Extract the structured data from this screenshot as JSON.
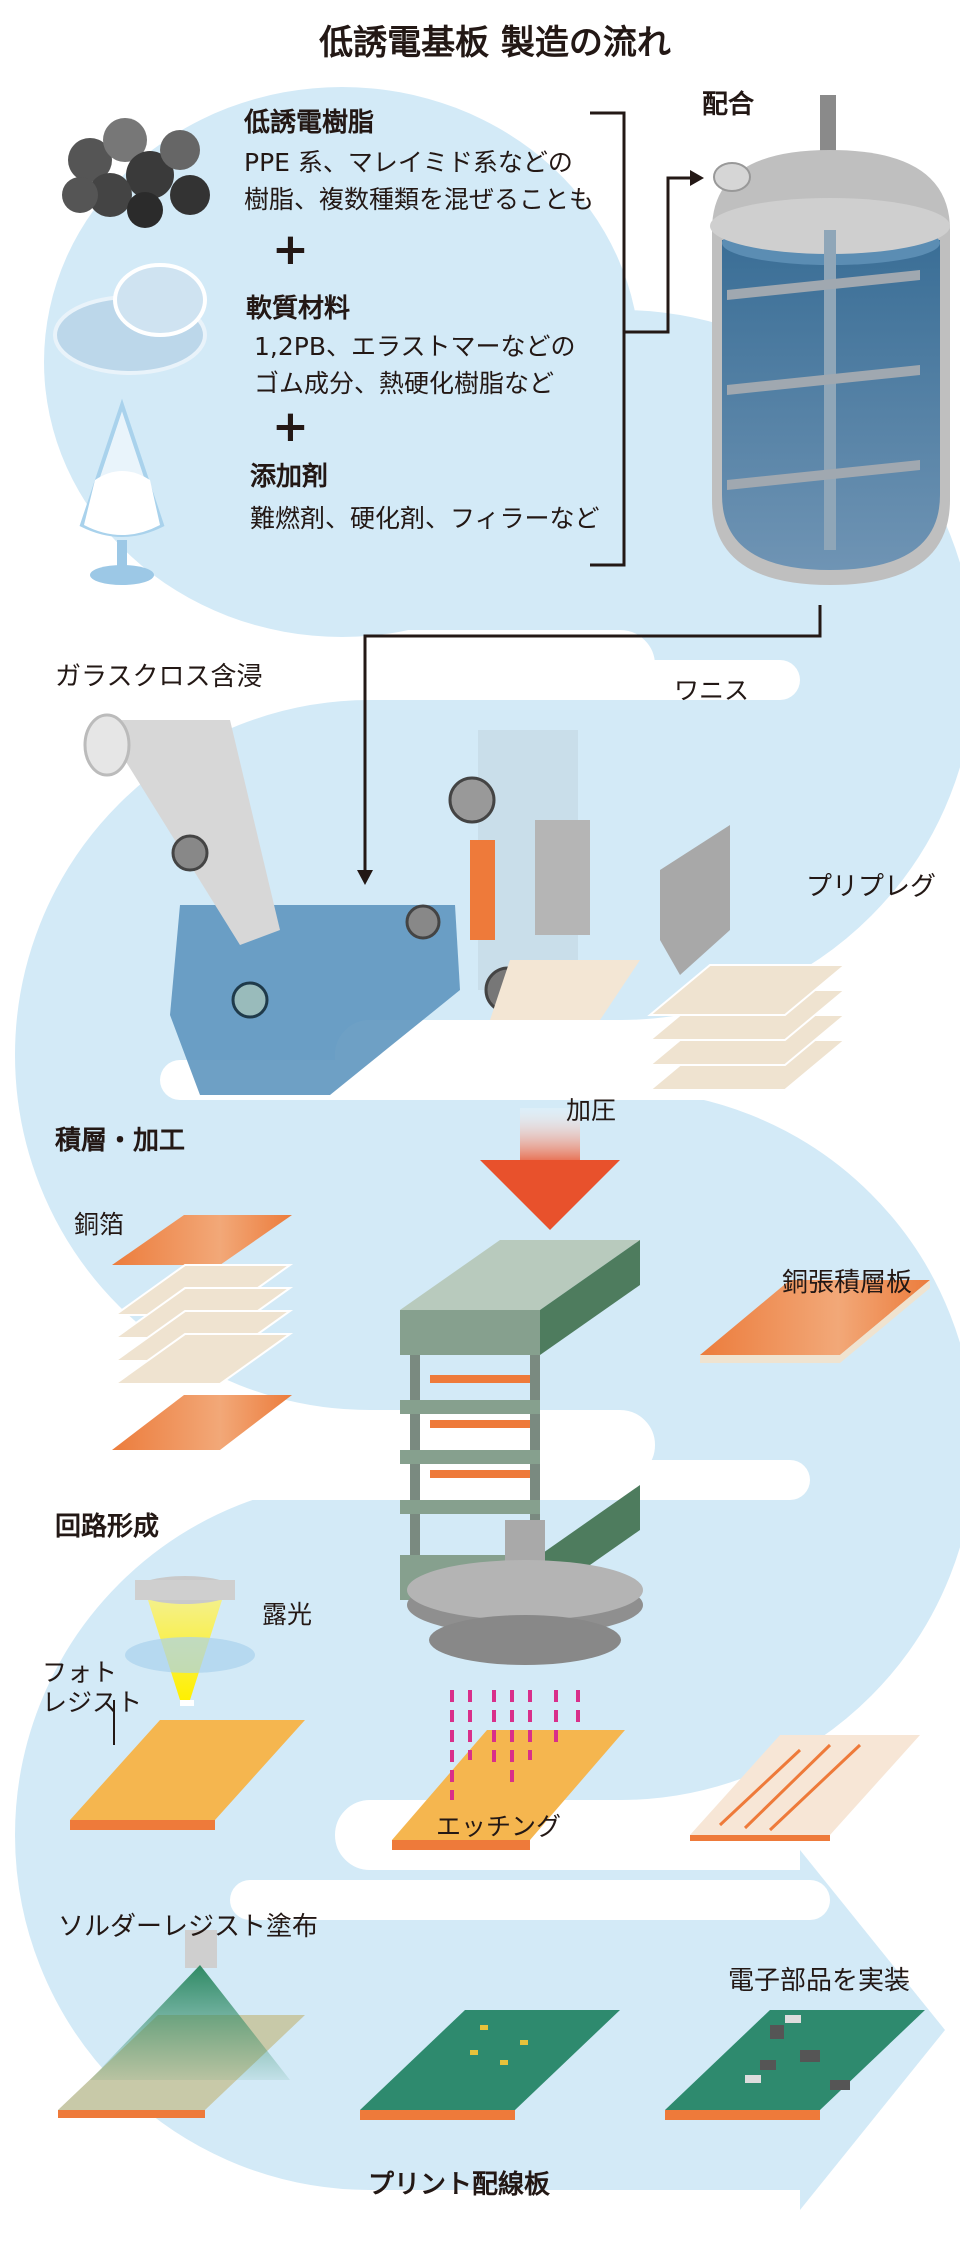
{
  "title": "低誘電基板 製造の流れ",
  "materials": {
    "resin": {
      "name": "低誘電樹脂",
      "line1": "PPE 系、マレイミド系などの",
      "line2": "樹脂、複数種類を混ぜることも"
    },
    "soft": {
      "name": "軟質材料",
      "line1": "1,2PB、エラストマーなどの",
      "line2": "ゴム成分、熱硬化樹脂など"
    },
    "additive": {
      "name": "添加剤",
      "line1": "難燃剤、硬化剤、フィラーなど"
    },
    "plus": "+"
  },
  "steps": {
    "mixing": "配合",
    "varnish": "ワニス",
    "glass_impregnation": "ガラスクロス含浸",
    "prepreg": "プリプレグ",
    "lamination": "積層・加工",
    "pressure": "加圧",
    "copper_foil": "銅箔",
    "ccl": "銅張積層板",
    "circuit": "回路形成",
    "exposure": "露光",
    "photoresist_1": "フォト",
    "photoresist_2": "レジスト",
    "etching": "エッチング",
    "solder_resist": "ソルダーレジスト塗布",
    "mounting": "電子部品を実装",
    "pcb": "プリント配線板"
  },
  "colors": {
    "flow": "#d3eaf7",
    "copper": "#ee8a4e",
    "pcb": "#2e8a6e",
    "press": "#86a08e"
  }
}
